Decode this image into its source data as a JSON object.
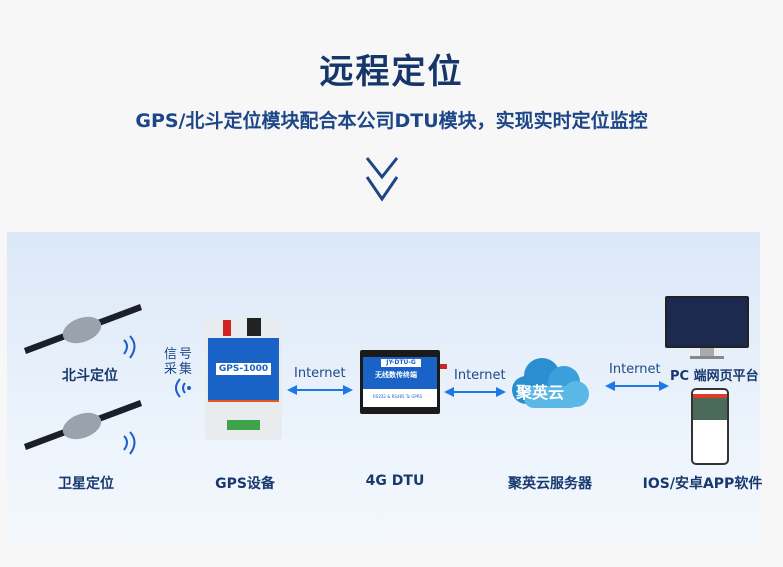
{
  "header": {
    "title": "远程定位",
    "subtitle": "GPS/北斗定位模块配合本公司DTU模块，实现实时定位监控"
  },
  "diagram": {
    "beidou_label": "北斗定位",
    "satellite_label": "卫星定位",
    "signal_label_1": "信号",
    "signal_label_2": "采集",
    "gps_device": {
      "label": "GPS设备",
      "model": "GPS-1000"
    },
    "dtu": {
      "label": "4G  DTU",
      "model": "JY-DTU-G",
      "subtitle": "无线数传终端",
      "spec": "RS232 & RS485 To GPRS"
    },
    "cloud": {
      "label": "聚英云服务器",
      "logo_text": "聚英云"
    },
    "pc": {
      "label": "PC 端网页平台"
    },
    "app": {
      "label": "IOS/安卓APP软件"
    },
    "internet_1": "Internet",
    "internet_2": "Internet",
    "internet_3": "Internet"
  },
  "colors": {
    "title": "#16366a",
    "accent": "#1e78e6",
    "device_blue": "#1a63c6",
    "cloud": "#2a8fd0"
  }
}
